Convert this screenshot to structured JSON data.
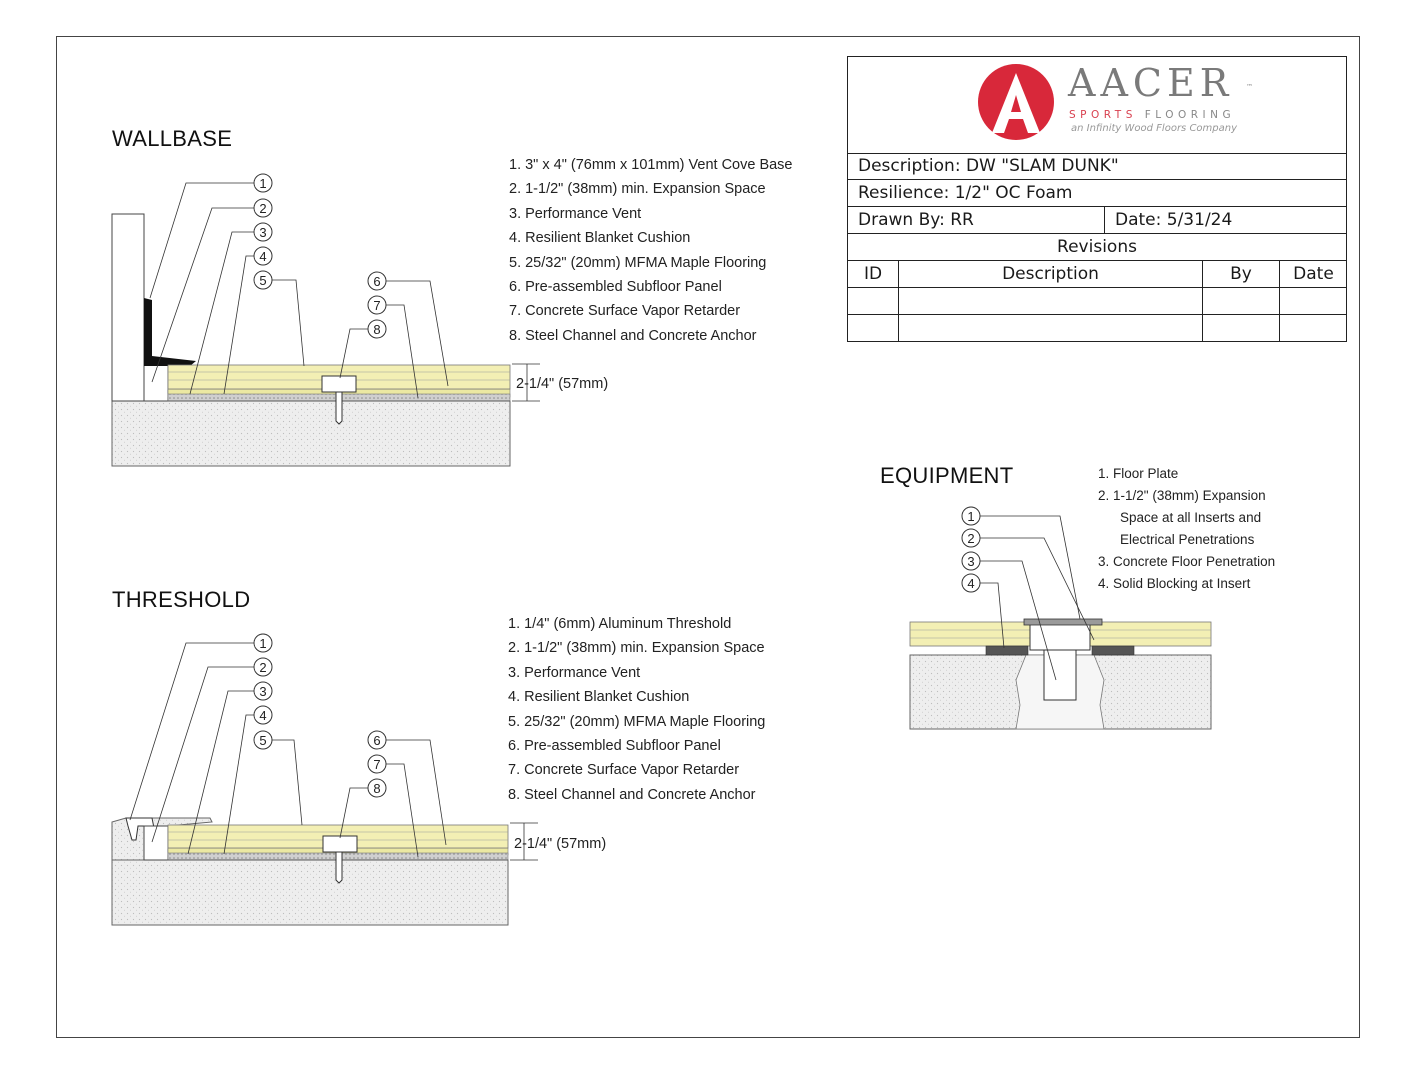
{
  "title_block": {
    "logo": {
      "name": "AACER",
      "subtitle_accent": "SPORTS",
      "subtitle_rest": "FLOORING",
      "tagline": "an Infinity Wood Floors Company",
      "tm": "™"
    },
    "description": "Description: DW \"SLAM DUNK\"",
    "resilience": "Resilience: 1/2\" OC Foam",
    "drawn_by": "Drawn By: RR",
    "date": "Date: 5/31/24",
    "revisions_title": "Revisions",
    "revision_headers": [
      "ID",
      "Description",
      "By",
      "Date"
    ]
  },
  "wallbase": {
    "heading": "WALLBASE",
    "notes": [
      "1.  3\" x 4\" (76mm x 101mm) Vent Cove Base",
      "2.  1-1/2\" (38mm) min. Expansion Space",
      "3.  Performance Vent",
      "4.  Resilient Blanket Cushion",
      "5.  25/32\" (20mm) MFMA Maple Flooring",
      "6.  Pre-assembled Subfloor Panel",
      "7.  Concrete Surface Vapor Retarder",
      "8.  Steel Channel and Concrete Anchor"
    ],
    "dimension": "2-1/4\" (57mm)",
    "callouts": [
      "1",
      "2",
      "3",
      "4",
      "5",
      "6",
      "7",
      "8"
    ]
  },
  "threshold": {
    "heading": "THRESHOLD",
    "notes": [
      "1.  1/4\" (6mm) Aluminum Threshold",
      "2.  1-1/2\" (38mm) min. Expansion Space",
      "3.  Performance Vent",
      "4.  Resilient Blanket Cushion",
      "5.  25/32\" (20mm) MFMA Maple Flooring",
      "6.  Pre-assembled Subfloor Panel",
      "7.  Concrete Surface Vapor Retarder",
      "8.  Steel Channel and Concrete Anchor"
    ],
    "dimension": "2-1/4\" (57mm)",
    "callouts": [
      "1",
      "2",
      "3",
      "4",
      "5",
      "6",
      "7",
      "8"
    ]
  },
  "equipment": {
    "heading": "EQUIPMENT",
    "notes": [
      "1.  Floor Plate",
      "2. 1-1/2\" (38mm) Expansion",
      "Space at all Inserts and",
      "Electrical Penetrations",
      "3.  Concrete Floor Penetration",
      "4.  Solid Blocking at Insert"
    ],
    "callouts": [
      "1",
      "2",
      "3",
      "4"
    ]
  },
  "colors": {
    "maple": "#f3efb4",
    "subfloor": "#ebe8a2",
    "concrete": "#ededed",
    "logo_red": "#d8283a",
    "line": "#333333"
  }
}
